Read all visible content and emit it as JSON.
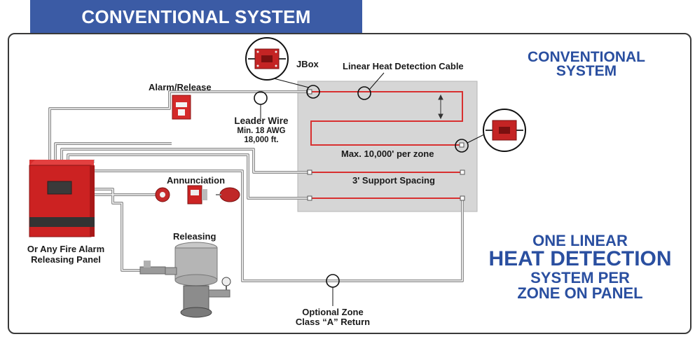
{
  "header": {
    "title": "CONVENTIONAL SYSTEM"
  },
  "labels": {
    "jbox": "JBox",
    "cable": "Linear Heat Detection Cable",
    "alarm_release": "Alarm/Release",
    "leader_wire": "Leader Wire",
    "leader_wire_spec_1": "Min. 18 AWG",
    "leader_wire_spec_2": "18,000 ft.",
    "max_zone": "Max. 10,000' per zone",
    "support_spacing": "3' Support Spacing",
    "annunciation": "Annunciation",
    "releasing": "Releasing",
    "panel_1": "Or Any Fire Alarm",
    "panel_2": "Releasing Panel",
    "optional_1": "Optional Zone",
    "optional_2": "Class “A” Return"
  },
  "callouts": {
    "top_1": "CONVENTIONAL",
    "top_2": "SYSTEM",
    "bottom_1": "ONE LINEAR",
    "bottom_2": "HEAT DETECTION",
    "bottom_3": "SYSTEM PER",
    "bottom_4": "ZONE ON PANEL"
  },
  "colors": {
    "header_bg": "#3b5ba5",
    "callout_text": "#2a4fa0",
    "heat_cable": "#d83030",
    "panel_red": "#cc2222",
    "zone_area": "#d6d6d6",
    "wire_gray": "#9a9a9a"
  },
  "icons": [
    "jbox-icon",
    "fire-alarm-panel-icon",
    "pull-station-icon",
    "horn-strobe-icon",
    "bell-icon",
    "deluge-valve-icon",
    "pressure-gauge-icon"
  ]
}
